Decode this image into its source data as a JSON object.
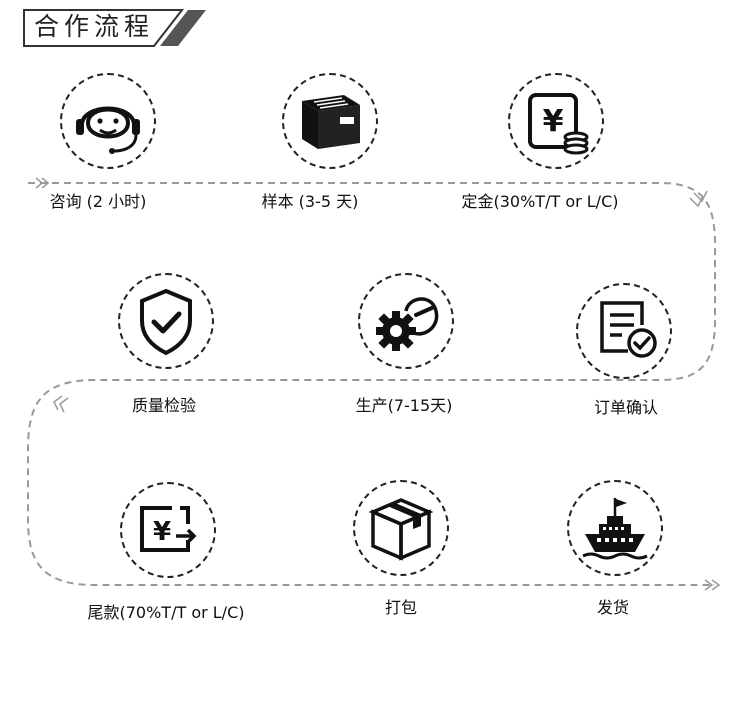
{
  "header": {
    "title": "合作流程"
  },
  "steps": [
    {
      "label": "咨询 (2 小时)",
      "icon": "headset-smile-icon"
    },
    {
      "label": "样本 (3-5 天)",
      "icon": "box-icon"
    },
    {
      "label": "定金(30%T/T or L/C)",
      "icon": "yuan-coins-icon"
    },
    {
      "label": "订单确认",
      "icon": "order-check-icon"
    },
    {
      "label": "生产(7-15天)",
      "icon": "gear-gauge-icon"
    },
    {
      "label": "质量检验",
      "icon": "shield-check-icon"
    },
    {
      "label": "尾款(70%T/T or L/C)",
      "icon": "yuan-transfer-icon"
    },
    {
      "label": "打包",
      "icon": "package-icon"
    },
    {
      "label": "发货",
      "icon": "ship-icon"
    }
  ]
}
